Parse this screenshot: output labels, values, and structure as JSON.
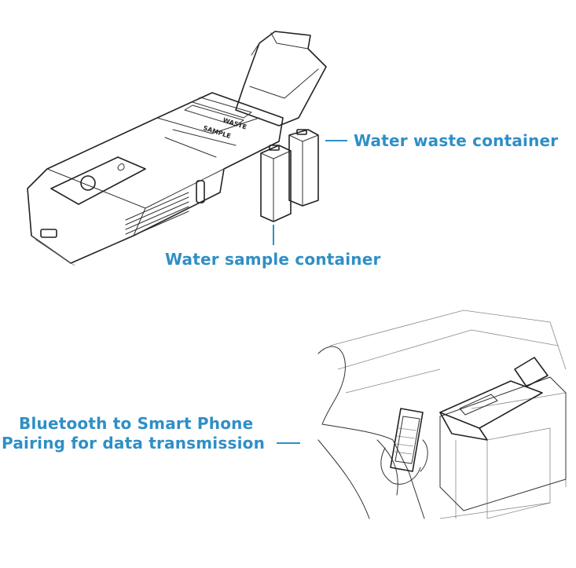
{
  "colors": {
    "label_blue": "#2f8fc6",
    "ink": "#222222",
    "background": "#ffffff"
  },
  "device": {
    "lid_labels": {
      "waste": "WASTE",
      "sample": "SAMPLE"
    }
  },
  "callouts": {
    "waste_container": "Water waste container",
    "sample_container": "Water sample container",
    "bluetooth_line1": "Bluetooth to Smart Phone",
    "bluetooth_line2": "Pairing for data transmission"
  }
}
